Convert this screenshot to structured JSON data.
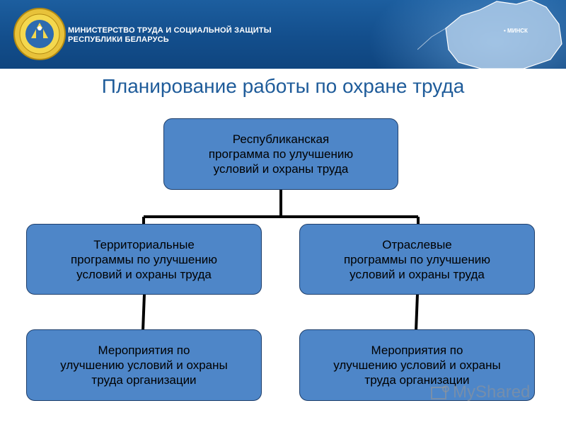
{
  "header": {
    "ministry_line1": "МИНИСТЕРСТВО ТРУДА И СОЦИАЛЬНОЙ ЗАЩИТЫ",
    "ministry_line2": "РЕСПУБЛИКИ БЕЛАРУСЬ",
    "map_label": "• МИНСК"
  },
  "slide": {
    "title": "Планирование работы по охране труда"
  },
  "diagram": {
    "root": {
      "lines": [
        "Республиканская",
        "программа по улучшению",
        "условий и охраны труда"
      ]
    },
    "left": {
      "lines": [
        "Территориальные",
        "программы по улучшению",
        "условий и охраны труда"
      ]
    },
    "right": {
      "lines": [
        "Отраслевые",
        "программы по улучшению",
        "условий и охраны труда"
      ]
    },
    "left_child": {
      "lines": [
        "Мероприятия по",
        "улучшению условий и охраны",
        "труда организации"
      ]
    },
    "right_child": {
      "lines": [
        "Мероприятия по",
        "улучшению условий и охраны",
        "труда организации"
      ]
    }
  },
  "watermark": {
    "text": "MyShared"
  },
  "colors": {
    "header": "#134e8c",
    "title": "#1f5c9a",
    "node_fill": "#4e86c8",
    "connector": "#000000"
  }
}
